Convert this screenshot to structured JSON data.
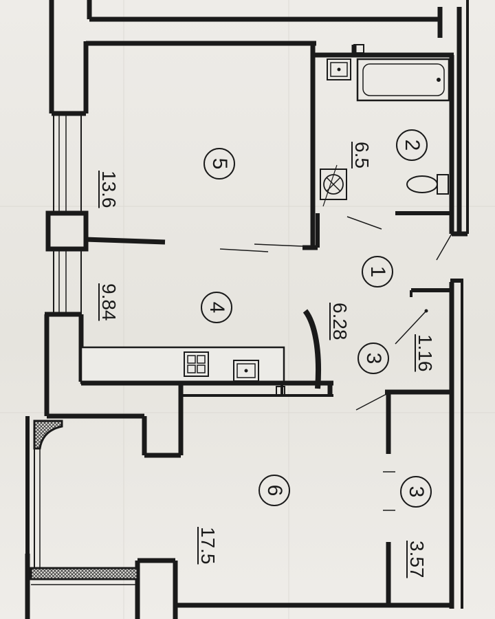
{
  "rooms": [
    {
      "number": "1",
      "area": "6.28"
    },
    {
      "number": "2",
      "area": "6.5"
    },
    {
      "number": "3",
      "area": "1.16"
    },
    {
      "number": "3",
      "area": "3.57"
    },
    {
      "number": "4",
      "area": "9.84"
    },
    {
      "number": "5",
      "area": "13.6"
    },
    {
      "number": "6",
      "area": "17.5"
    }
  ]
}
